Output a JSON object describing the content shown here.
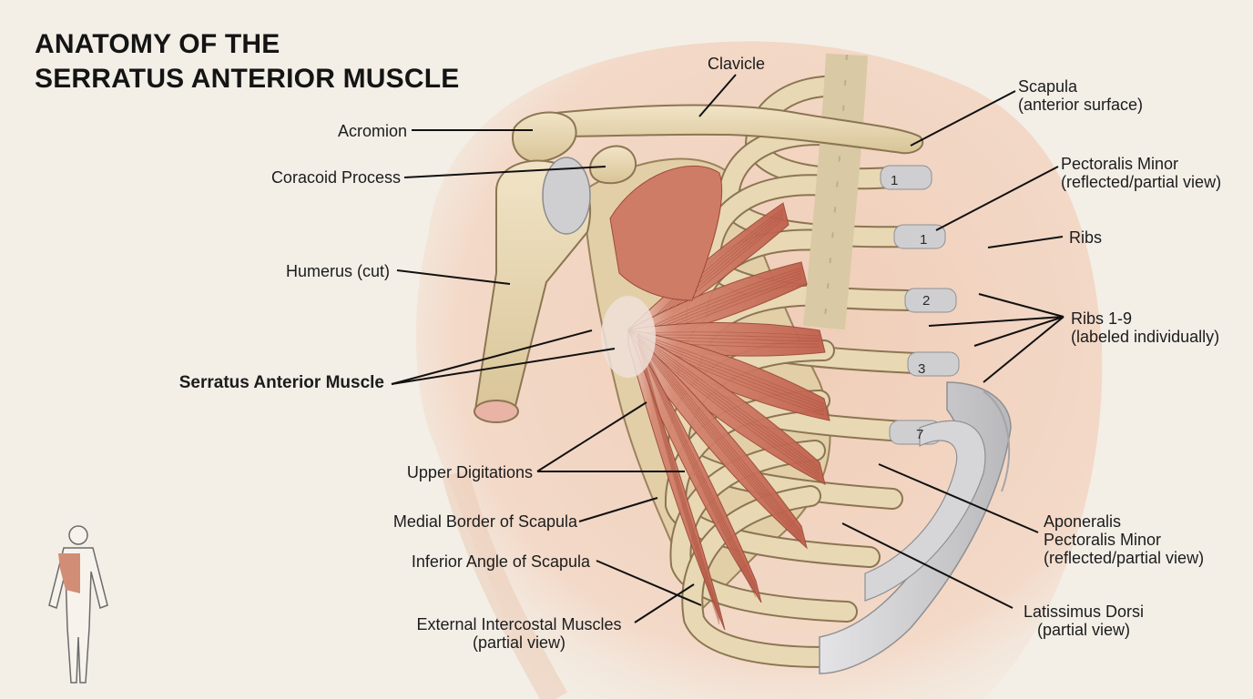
{
  "title": {
    "line1": "ANATOMY OF THE",
    "line2": "SERRATUS ANTERIOR MUSCLE"
  },
  "labels": {
    "clavicle": "Clavicle",
    "scapula_l1": "Scapula",
    "scapula_l2": "(anterior surface)",
    "acromion": "Acromion",
    "coracoid": "Coracoid Process",
    "pec_minor_l1": "Pectoralis Minor",
    "pec_minor_l2": "(reflected/partial view)",
    "ribs": "Ribs",
    "humerus": "Humerus (cut)",
    "ribs19_l1": "Ribs 1-9",
    "ribs19_l2": "(labeled individually)",
    "serratus": "Serratus Anterior Muscle",
    "upper_digitations": "Upper Digitations",
    "medial_border": "Medial Border of Scapula",
    "aponeralis_l1": "Aponeralis",
    "aponeralis_l2": "Pectoralis Minor",
    "aponeralis_l3": "(reflected/partial view)",
    "inferior_angle": "Inferior Angle of Scapula",
    "latissimus_l1": "Latissimus Dorsi",
    "latissimus_l2": "(partial view)",
    "intercostal_l1": "External Intercostal Muscles",
    "intercostal_l2": "(partial view)"
  },
  "rib_numbers": {
    "n1a": "1",
    "n1b": "1",
    "n2": "2",
    "n3": "3",
    "n7": "7"
  },
  "colors": {
    "background": "#f3efe7",
    "bone": "#e6d6b3",
    "bone_outline": "#8c7552",
    "cartilage": "#c9c9cb",
    "muscle": "#c8725d",
    "skin": "#f2d6c4",
    "text": "#1c1c1c"
  }
}
